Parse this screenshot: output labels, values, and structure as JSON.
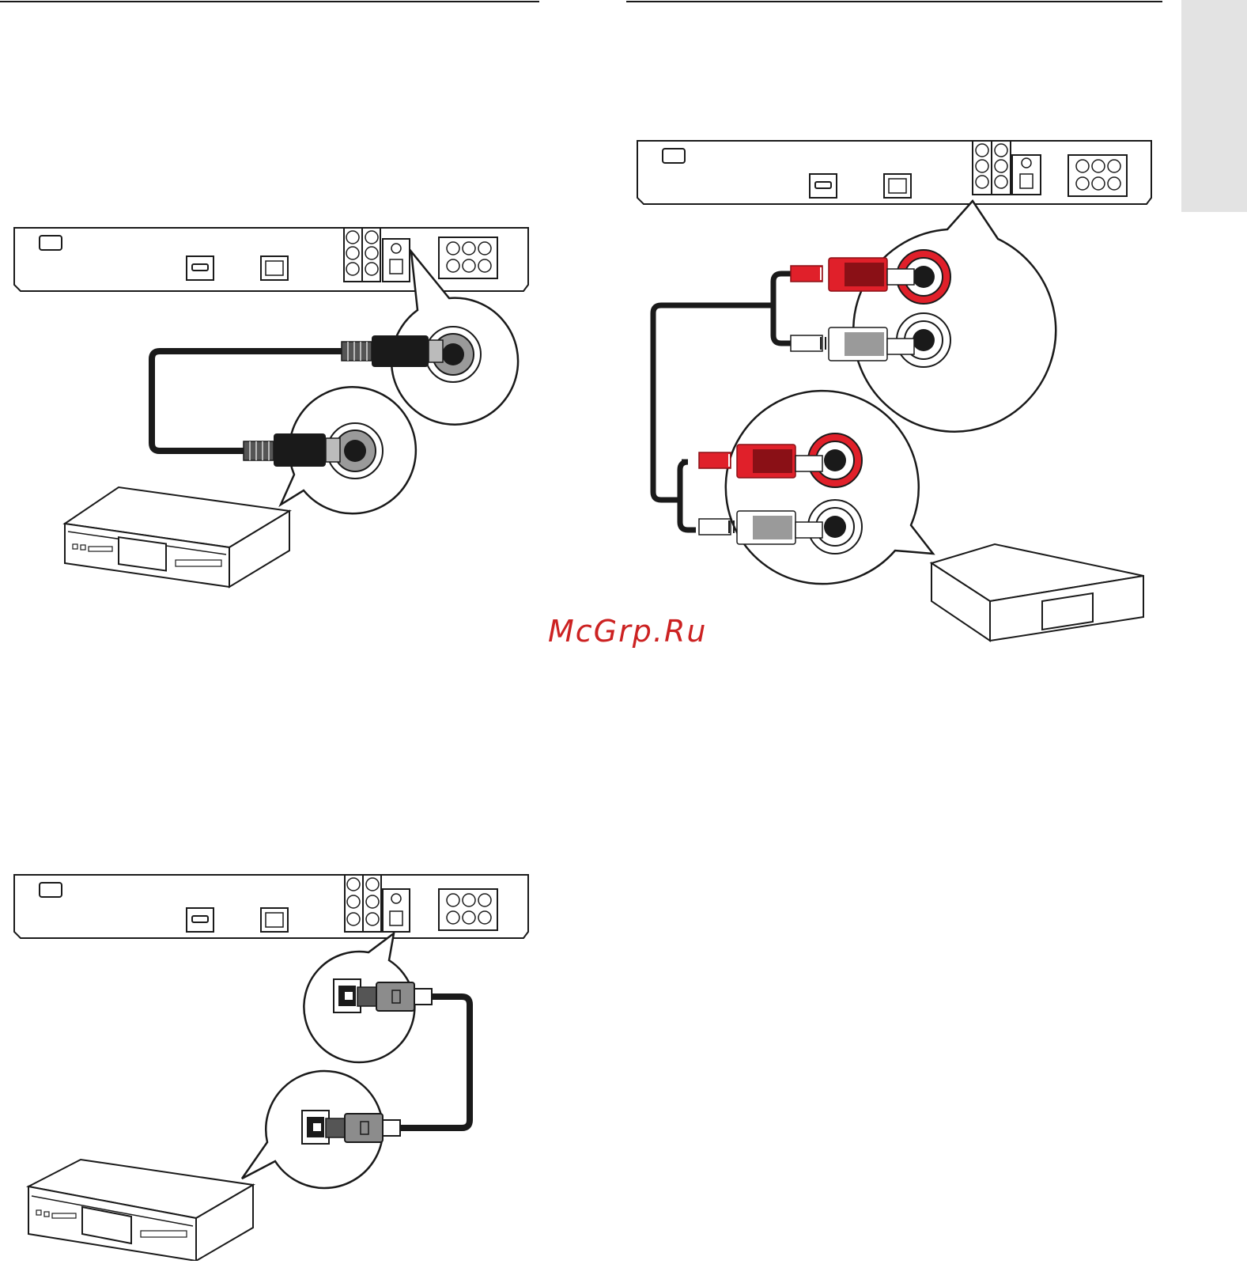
{
  "watermark": {
    "text": "McGrp.Ru",
    "color": "#cc2222"
  },
  "colors": {
    "line": "#1a1a1a",
    "cable": "#1a1a1a",
    "rca_red": "#e0202a",
    "rca_red_dark": "#8a1016",
    "rca_white": "#ffffff",
    "rca_grey": "#9a9a9a",
    "optical_grey": "#8c8c8c",
    "tab_grey": "#e3e3e3",
    "rule": "#1a1a1a"
  },
  "diagrams": [
    {
      "name": "coaxial-digital-connection",
      "connector": "coaxial",
      "cable_count": 1
    },
    {
      "name": "analog-audio-connection",
      "connector": "rca-stereo",
      "cable_count": 2
    },
    {
      "name": "optical-digital-connection",
      "connector": "optical",
      "cable_count": 1
    }
  ]
}
